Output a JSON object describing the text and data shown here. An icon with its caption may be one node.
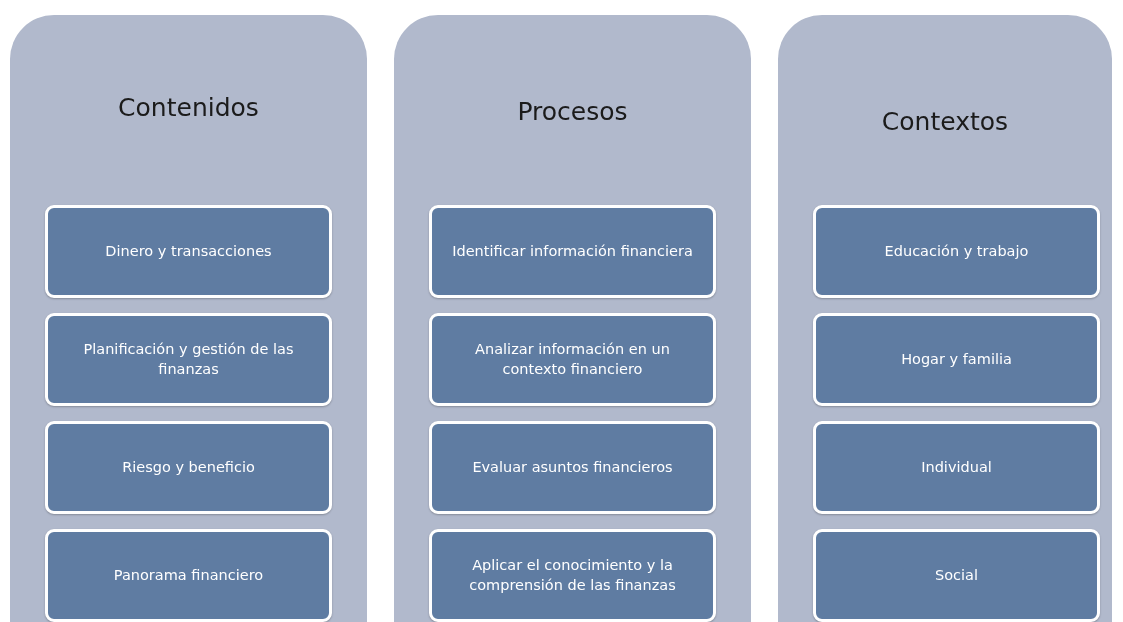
{
  "diagram": {
    "nodes": [
      {
        "text": [
          "Contenidos"
        ]
      },
      {
        "text": [
          "Dinero y transacciones"
        ],
        "in": 0
      },
      {
        "text": [
          "Planificación y gestión de las finanzas"
        ],
        "in": 0
      },
      {
        "text": [
          "Riesgo y beneficio"
        ],
        "in": 0
      },
      {
        "text": [
          "Panorama financiero"
        ],
        "in": 0
      },
      {
        "text": [
          "Procesos"
        ]
      },
      {
        "text": [
          "Identificar información financiera"
        ],
        "in": 5
      },
      {
        "text": [
          "Analizar información en un contexto financiero"
        ],
        "in": 5
      },
      {
        "text": [
          "Evaluar asuntos financieros"
        ],
        "in": 5
      },
      {
        "text": [
          "Aplicar el conocimiento y la comprensión de las finanzas"
        ],
        "in": 5
      },
      {
        "text": [
          "Contextos"
        ]
      },
      {
        "text": [
          "Educación y trabajo"
        ],
        "in": 10
      },
      {
        "text": [
          "Hogar y familia"
        ],
        "in": 10
      },
      {
        "text": [
          "Individual"
        ],
        "in": 10
      },
      {
        "text": [
          "Social"
        ],
        "in": 10
      }
    ]
  }
}
